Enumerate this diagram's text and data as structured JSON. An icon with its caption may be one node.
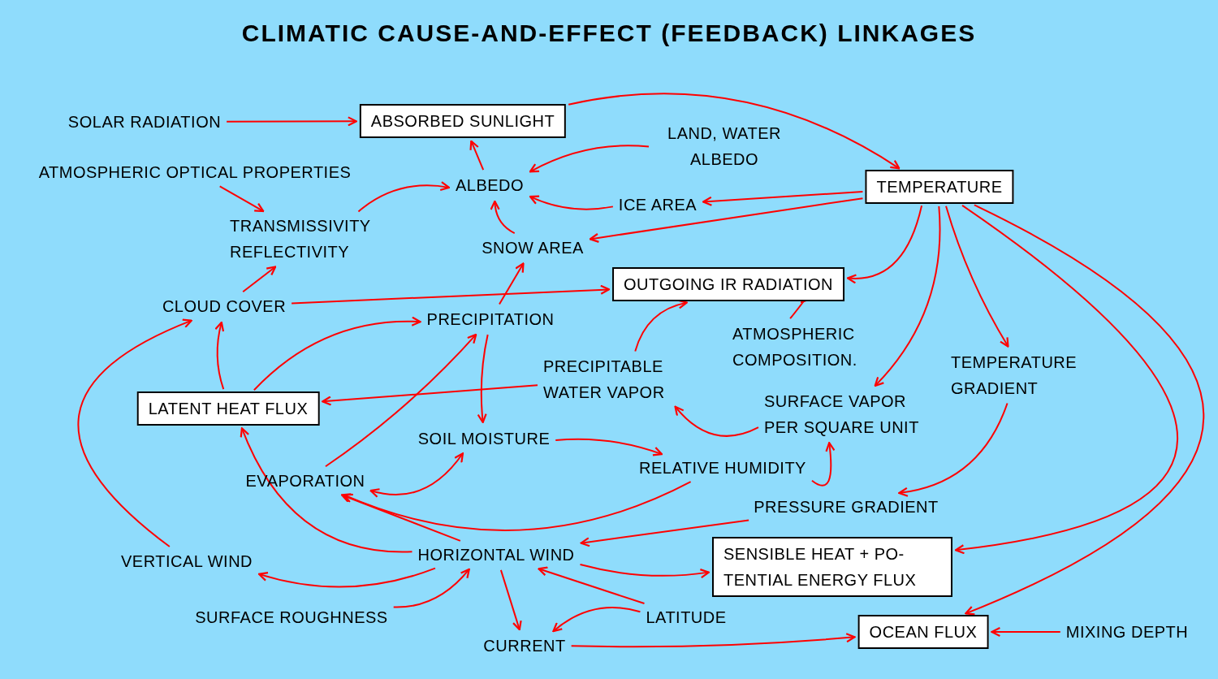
{
  "diagram": {
    "title": "CLIMATIC CAUSE-AND-EFFECT (FEEDBACK) LINKAGES",
    "nodes": [
      {
        "text": [
          "SOLAR RADIATION"
        ]
      },
      {
        "text": [
          "ABSORBED SUNLIGHT"
        ]
      },
      {
        "text": [
          "LAND, WATER ALBEDO"
        ]
      },
      {
        "text": [
          "ATMOSPHERIC OPTICAL PROPERTIES"
        ]
      },
      {
        "text": [
          "ALBEDO"
        ]
      },
      {
        "text": [
          "TEMPERATURE"
        ]
      },
      {
        "text": [
          "ICE AREA"
        ]
      },
      {
        "text": [
          "TRANSMISSIVITY REFLECTIVITY"
        ]
      },
      {
        "text": [
          "SNOW AREA"
        ]
      },
      {
        "text": [
          "OUTGOING IR RADIATION"
        ]
      },
      {
        "text": [
          "CLOUD COVER"
        ]
      },
      {
        "text": [
          "PRECIPITATION"
        ]
      },
      {
        "text": [
          "ATMOSPHERIC COMPOSITION."
        ]
      },
      {
        "text": [
          "TEMPERATURE GRADIENT"
        ]
      },
      {
        "text": [
          "PRECIPITABLE WATER VAPOR"
        ]
      },
      {
        "text": [
          "LATENT HEAT FLUX"
        ]
      },
      {
        "text": [
          "SURFACE VAPOR PER SQUARE UNIT"
        ]
      },
      {
        "text": [
          "SOIL MOISTURE"
        ]
      },
      {
        "text": [
          "RELATIVE HUMIDITY"
        ]
      },
      {
        "text": [
          "EVAPORATION"
        ]
      },
      {
        "text": [
          "PRESSURE GRADIENT"
        ]
      },
      {
        "text": [
          "HORIZONTAL WIND"
        ]
      },
      {
        "text": [
          "SENSIBLE HEAT + PO- TENTIAL ENERGY FLUX"
        ]
      },
      {
        "text": [
          "VERTICAL WIND"
        ]
      },
      {
        "text": [
          "SURFACE ROUGHNESS"
        ]
      },
      {
        "text": [
          "LATITUDE"
        ]
      },
      {
        "text": [
          "CURRENT"
        ]
      },
      {
        "text": [
          "OCEAN FLUX"
        ]
      },
      {
        "text": [
          "MIXING DEPTH"
        ]
      }
    ],
    "edges": [
      {
        "from": 0,
        "to": 1,
        "arrow": "to"
      },
      {
        "from": 1,
        "to": 5,
        "arrow": "to"
      },
      {
        "from": 2,
        "to": 4,
        "arrow": "to"
      },
      {
        "from": 4,
        "to": 1,
        "arrow": "to"
      },
      {
        "from": 3,
        "to": 7,
        "arrow": "to"
      },
      {
        "from": 7,
        "to": 4,
        "arrow": "to"
      },
      {
        "from": 6,
        "to": 4,
        "arrow": "to"
      },
      {
        "from": 5,
        "to": 6,
        "arrow": "to"
      },
      {
        "from": 5,
        "to": 8,
        "arrow": "to"
      },
      {
        "from": 8,
        "to": 4,
        "arrow": "to"
      },
      {
        "from": 5,
        "to": 9,
        "arrow": "to"
      },
      {
        "from": 10,
        "to": 9,
        "arrow": "to"
      },
      {
        "from": 10,
        "to": 7,
        "arrow": "to"
      },
      {
        "from": 5,
        "to": 13,
        "arrow": "to"
      },
      {
        "from": 5,
        "to": 16,
        "arrow": "to"
      },
      {
        "from": 5,
        "to": 22,
        "arrow": "to"
      },
      {
        "from": 5,
        "to": 27,
        "arrow": "to"
      },
      {
        "from": 12,
        "to": 9,
        "arrow": "to"
      },
      {
        "from": 14,
        "to": 9,
        "arrow": "to"
      },
      {
        "from": 14,
        "to": 15,
        "arrow": "to"
      },
      {
        "from": 16,
        "to": 14,
        "arrow": "to"
      },
      {
        "from": 15,
        "to": 10,
        "arrow": "to"
      },
      {
        "from": 15,
        "to": 11,
        "arrow": "to"
      },
      {
        "from": 11,
        "to": 8,
        "arrow": "to"
      },
      {
        "from": 11,
        "to": 17,
        "arrow": "to"
      },
      {
        "from": 19,
        "to": 11,
        "arrow": "to"
      },
      {
        "from": 19,
        "to": 17,
        "arrow": "both"
      },
      {
        "from": 17,
        "to": 18,
        "arrow": "to"
      },
      {
        "from": 18,
        "to": 16,
        "arrow": "to"
      },
      {
        "from": 18,
        "to": 19,
        "arrow": "to"
      },
      {
        "from": 13,
        "to": 20,
        "arrow": "to"
      },
      {
        "from": 20,
        "to": 21,
        "arrow": "to"
      },
      {
        "from": 21,
        "to": 19,
        "arrow": "to"
      },
      {
        "from": 21,
        "to": 15,
        "arrow": "to"
      },
      {
        "from": 21,
        "to": 23,
        "arrow": "to"
      },
      {
        "from": 21,
        "to": 22,
        "arrow": "to"
      },
      {
        "from": 21,
        "to": 26,
        "arrow": "to"
      },
      {
        "from": 24,
        "to": 21,
        "arrow": "to"
      },
      {
        "from": 25,
        "to": 21,
        "arrow": "to"
      },
      {
        "from": 25,
        "to": 26,
        "arrow": "to"
      },
      {
        "from": 26,
        "to": 27,
        "arrow": "to"
      },
      {
        "from": 28,
        "to": 27,
        "arrow": "to"
      },
      {
        "from": 23,
        "to": 10,
        "arrow": "to"
      }
    ]
  }
}
